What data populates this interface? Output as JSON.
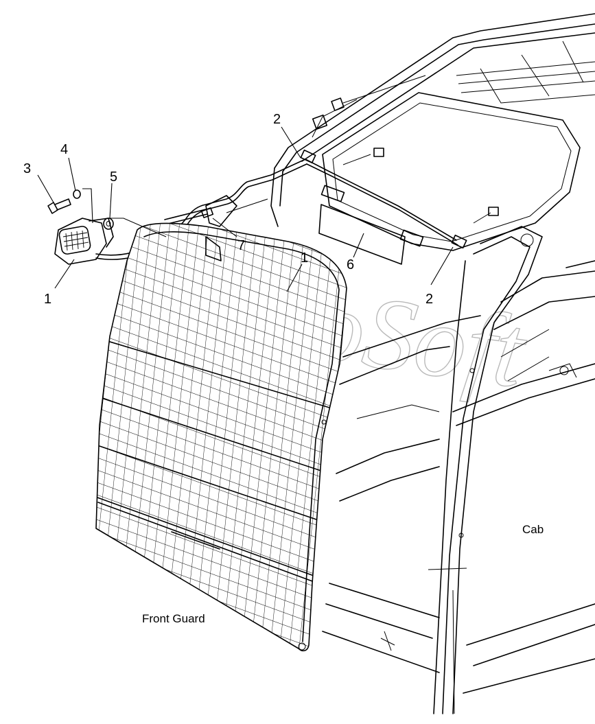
{
  "callouts": [
    {
      "id": "c1a",
      "text": "1"
    },
    {
      "id": "c1b",
      "text": "1"
    },
    {
      "id": "c2a",
      "text": "2"
    },
    {
      "id": "c2b",
      "text": "2"
    },
    {
      "id": "c3",
      "text": "3"
    },
    {
      "id": "c4",
      "text": "4"
    },
    {
      "id": "c5",
      "text": "5"
    },
    {
      "id": "c6",
      "text": "6"
    },
    {
      "id": "c7",
      "text": "7"
    }
  ],
  "labels": {
    "front_guard": "Front Guard",
    "cab": "Cab"
  },
  "watermark": "AutoSoft",
  "colors": {
    "line": "#000000",
    "watermark": "#b9b9b9",
    "background": "#ffffff"
  }
}
